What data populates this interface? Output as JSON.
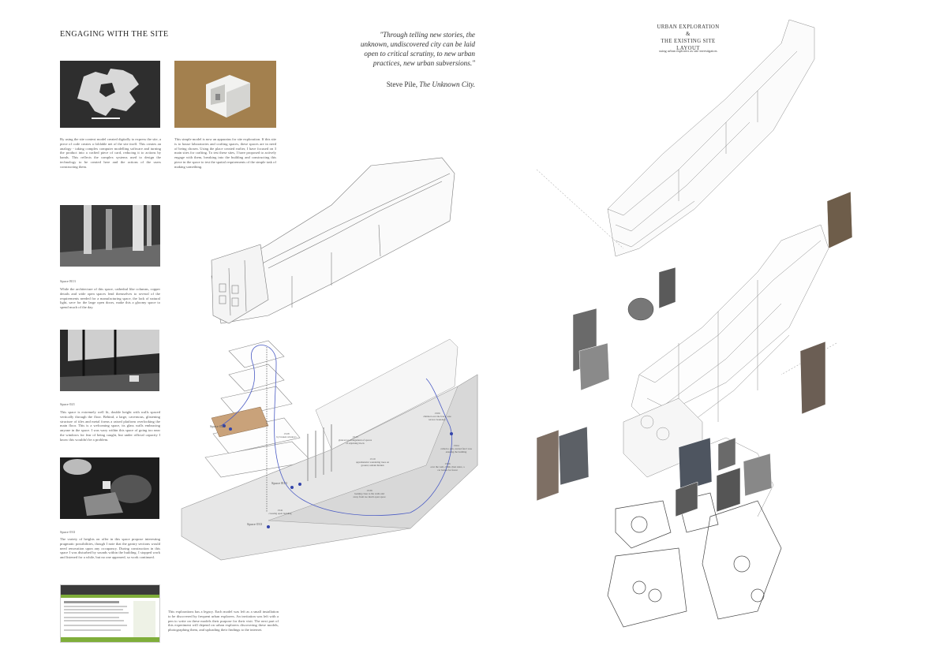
{
  "left_panel": {
    "heading": "ENGAGING WITH THE SITE",
    "intro_left": "By using the site context model created digitally to express the site, a piece of code creates a foldable net of the site itself. This creates an analogy - taking complex computer modelling software and turning the product into a crafted piece of card, reducing it to actions by hands. This reflects the complex systems used to design the technology to be created here and the actions of the users constructing them.",
    "intro_right": "This simple model is now an apparatus for site exploration. If this site is to house laboratories and crafting spaces, these spaces are in need of being chosen. Using the place created earlier, I have focused on 3 main sites for crafting. To test these sites, I have proposed to actively engage with them, breaking into the building and constructing this piece in the space to test the spatial requirements of the simple task of making something.",
    "spaces": [
      {
        "label": "Space B13",
        "text": "While the architecture of this space, cathedral like columns, copper details and wide open spaces lend themselves to several of the requirements needed for a manufacturing space, the lack of natural light, save for the large open doors, make this a gloomy space to spend much of the day."
      },
      {
        "label": "Space 021",
        "text": "This space is extremely well lit, double height with walls spaced vertically through the floor. Behind, a large, cavernous, glistening structure of tiles and metal forms a raised platform overlooking the main floor. This is a welcoming space, its glass walls embracing anyone in the space. I was wary within this space of going too near the windows for fear of being caught, but under official capacity I know this wouldn't be a problem."
      },
      {
        "label": "Space 033",
        "text": "The variety of heights on offer in this space propose interesting pragmatic possibilities, though I note that the gantry sections would need renovation upon any occupancy. During construction in this space I was disturbed by sounds within the building. I stopped work and listened for a while, but no one appeared, so work continued."
      }
    ],
    "legacy_text": "This explorations has a legacy. Each model was left as a small installation to be discovered by frequent urban explorers. An invitation was left with a pen to write on these models their purpose for their visit. The next part of this experiment will depend on urban explorers discovering these models, photographing them, and uploading their findings to the internet."
  },
  "quote": {
    "text": "\"Through telling new stories, the unknown, undiscovered city can be laid open to critical scrutiny, to new urban practices, new urban subversions.\"",
    "author": "Steve Pile, ",
    "source": "The Unknown City."
  },
  "right_panel": {
    "title_line1": "URBAN EXPLORATION",
    "title_amp": "&",
    "title_line2": "THE EXISTING SITE LAYOUT",
    "subtitle": "using urban explorers as site investigators"
  },
  "diagram_labels": {
    "space_a": "Space 021",
    "space_b": "Space B13",
    "space_c": "Space 033",
    "n1": "13:28\nby broken windows",
    "n2": "13:13\nglanced at arrangement of spaces of adjoining block",
    "n3": "13:19\napprehensive wandering trees on ground, remain hidden",
    "n4": "13:06\nclimbed over the fence, saw terrace boundary",
    "n5": "13:04\ncalled to join, started fast I was entering the building",
    "n6": "13:26\nover the wall, climb, then stairs, a car beside for forest",
    "n7": "13:39\nlooking close to the walls and away from too much open space",
    "n8": "13:41\ncrossing open building"
  },
  "colors": {
    "path": "#4a5bc4",
    "card": "#c9a27a",
    "line": "#8a8a8a",
    "shade": "#e6e6e6"
  }
}
